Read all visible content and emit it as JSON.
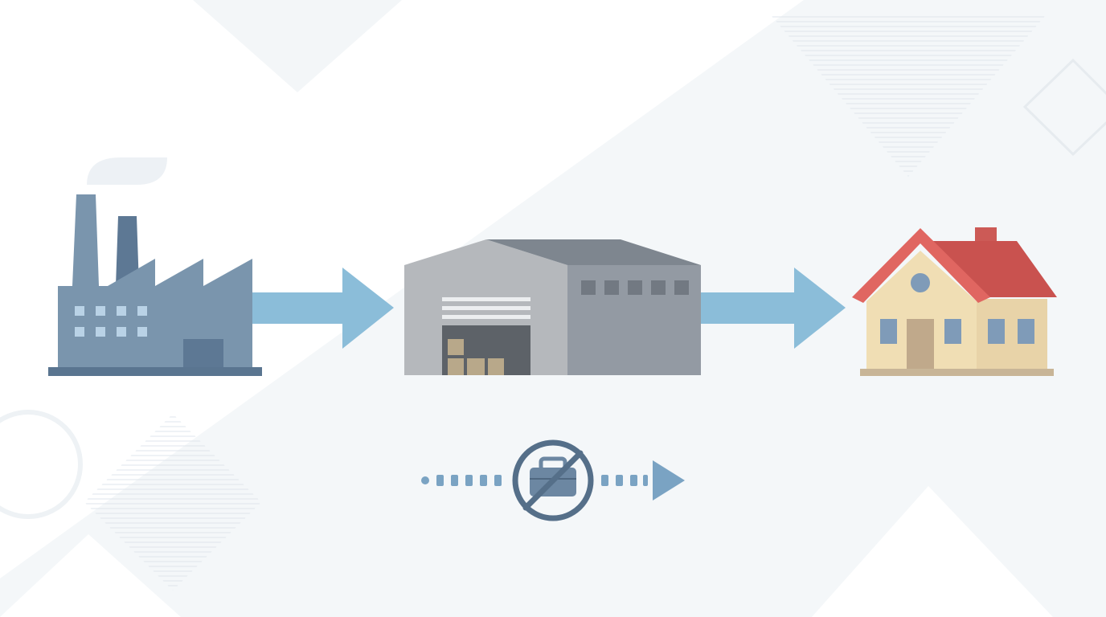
{
  "diagram": {
    "nodes": [
      {
        "id": "factory",
        "icon": "factory-icon"
      },
      {
        "id": "warehouse",
        "icon": "warehouse-icon"
      },
      {
        "id": "home",
        "icon": "house-icon"
      }
    ],
    "edges": [
      {
        "from": "factory",
        "to": "warehouse",
        "style": "solid-arrow"
      },
      {
        "from": "warehouse",
        "to": "home",
        "style": "solid-arrow"
      }
    ],
    "secondary_flow": {
      "style": "dotted-arrow",
      "badge_icon": "no-briefcase-icon"
    }
  },
  "colors": {
    "background": "#ffffff",
    "background_panel": "#f4f7f9",
    "arrow": "#8bbdd9",
    "dotted_arrow": "#7aa3c3",
    "factory": "#7a95ad",
    "factory_dark": "#5a7590",
    "warehouse_light": "#b5b8bc",
    "warehouse_dark": "#939aa3",
    "warehouse_roof": "#7e868f",
    "boxes": "#b8a88a",
    "house_wall": "#f0deb4",
    "house_roof": "#cc5a56",
    "house_window": "#7f9bb8",
    "house_door": "#c0a98b",
    "house_base": "#c8b597",
    "badge_ring": "#556f89"
  }
}
